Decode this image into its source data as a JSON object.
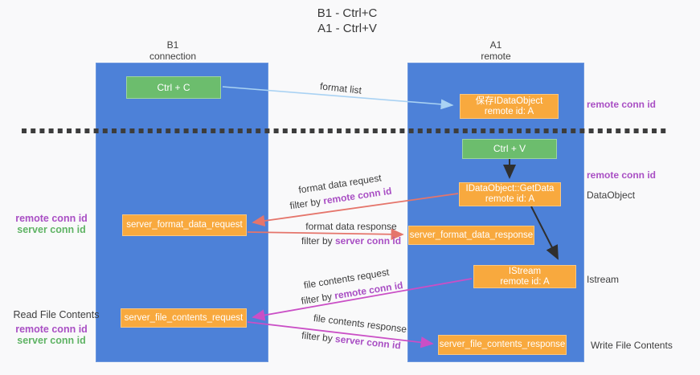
{
  "title": {
    "line1": "B1 - Ctrl+C",
    "line2": "A1 - Ctrl+V"
  },
  "lanes": {
    "left": {
      "title": "B1",
      "subtitle": "connection"
    },
    "right": {
      "title": "A1",
      "subtitle": "remote"
    }
  },
  "nodes": {
    "ctrl_c": {
      "label": "Ctrl + C"
    },
    "save_idataobject": {
      "line1": "保存IDataObject",
      "line2": "remote id: A"
    },
    "ctrl_v": {
      "label": "Ctrl + V"
    },
    "getdata": {
      "line1": "IDataObject::GetData",
      "line2": "remote id: A"
    },
    "server_format_data_request": {
      "label": "server_format_data_request"
    },
    "server_format_data_response": {
      "label": "server_format_data_response"
    },
    "istream": {
      "line1": "IStream",
      "line2": "remote id: A"
    },
    "server_file_contents_request": {
      "label": "server_file_contents_request"
    },
    "server_file_contents_response": {
      "label": "server_file_contents_response"
    }
  },
  "flow_labels": {
    "format_list": "format list",
    "format_data_request": "format data request",
    "format_data_response": "format data response",
    "file_contents_request": "file contents request",
    "file_contents_response": "file contents response",
    "filter_by": "filter by ",
    "remote_conn_id": "remote conn id",
    "server_conn_id": "server conn id"
  },
  "side_labels": {
    "right_remote_conn_id_top": "remote conn id",
    "right_remote_conn_id_mid": "remote conn id",
    "dataobject": "DataObject",
    "istream": "Istream",
    "write_file_contents": "Write File Contents",
    "left_remote_conn_id_mid": "remote conn id",
    "left_server_conn_id_mid": "server conn id",
    "read_file_contents": "Read File Contents",
    "left_remote_conn_id_bottom": "remote conn id",
    "left_server_conn_id_bottom": "server conn id"
  },
  "colors": {
    "lane_blue": "#4d81d8",
    "node_green": "#6cbd6d",
    "node_orange": "#f8a93e",
    "arrow_light_blue": "#a9d2f3",
    "arrow_black": "#2f2f2f",
    "arrow_salmon": "#e5756b",
    "arrow_magenta": "#ca4fc6",
    "separator_dark": "#3d3d3d",
    "text_purple": "#a94fc4",
    "text_green": "#5fb364"
  }
}
